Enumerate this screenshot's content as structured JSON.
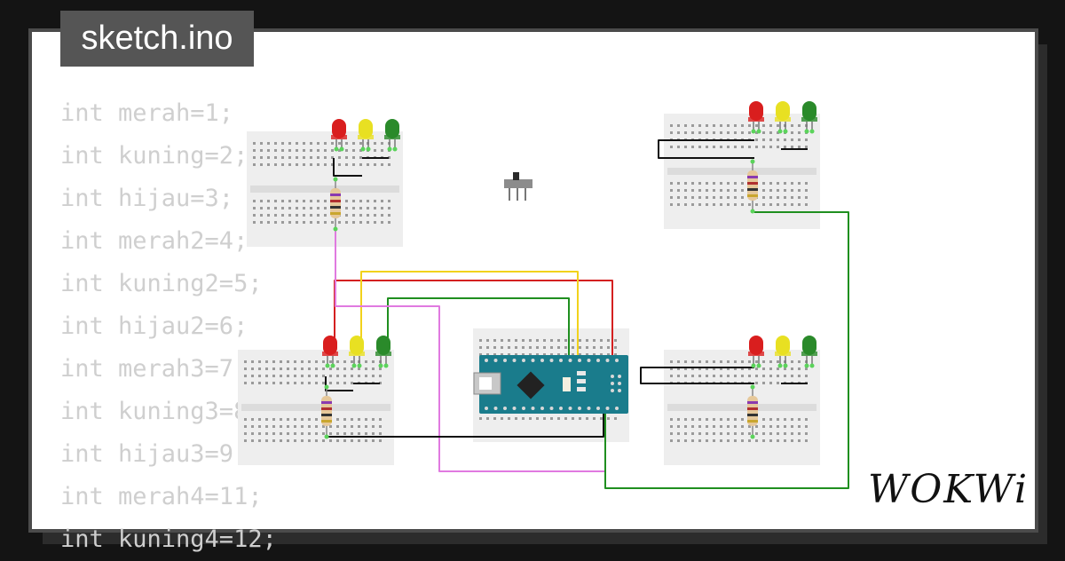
{
  "file_tab": {
    "label": "sketch.ino"
  },
  "code_lines": [
    "int merah=1;",
    "int kuning=2;",
    "int hijau=3;",
    "int merah2=4;",
    "int kuning2=5;",
    "int hijau2=6;",
    "int merah3=7;",
    "int kuning3=8;",
    "int hijau3=9;",
    "int merah4=11;",
    "int kuning4=12;"
  ],
  "brand": {
    "name": "WOKWi"
  },
  "colors": {
    "background": "#141414",
    "card": "#ffffff",
    "card_border": "#4b4b4b",
    "tab": "#555555",
    "code_text": "#cfcfcf",
    "breadboard": "#eeeeee",
    "arduino": "#1a7c8c",
    "wire_red": "#d42020",
    "wire_yellow": "#f2d21c",
    "wire_green": "#1f8f1f",
    "wire_pink": "#e07ae0",
    "wire_black": "#111111",
    "led_red": "#d91e1e",
    "led_yellow": "#e8e022",
    "led_green": "#2a8a2a"
  },
  "icons": {
    "slide_switch": "slide-switch-icon",
    "usb_port": "usb-port-icon"
  }
}
